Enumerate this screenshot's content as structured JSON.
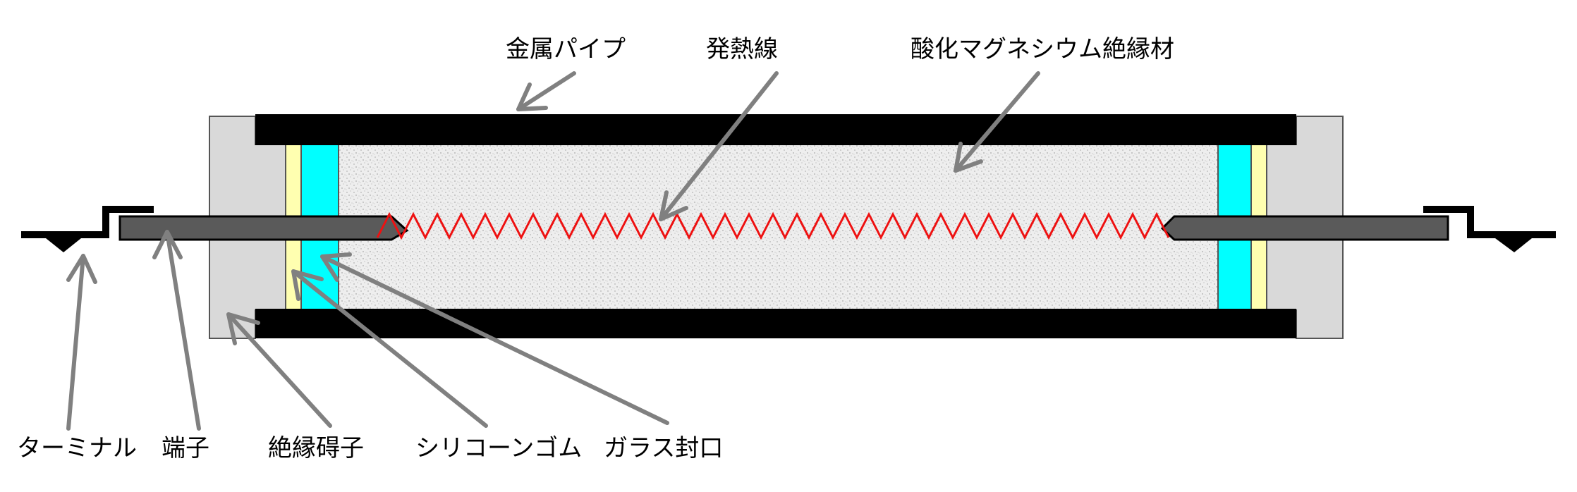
{
  "labels": {
    "metal_pipe": "金属パイプ",
    "heating_wire": "発熱線",
    "mgo_insulation": "酸化マグネシウム絶縁材",
    "terminal": "ターミナル",
    "terminal_pin": "端子",
    "insulator": "絶縁碍子",
    "silicone_rubber": "シリコーンゴム",
    "glass_seal": "ガラス封口"
  },
  "colors": {
    "pipe": "#000000",
    "pin": "#5a5a5a",
    "insulator": "#d9d9d9",
    "silicone": "#00ffff",
    "glass": "#ffffb0",
    "wire": "#ee1111",
    "arrow": "#808080",
    "fill_mgo": "#eeeeee"
  }
}
